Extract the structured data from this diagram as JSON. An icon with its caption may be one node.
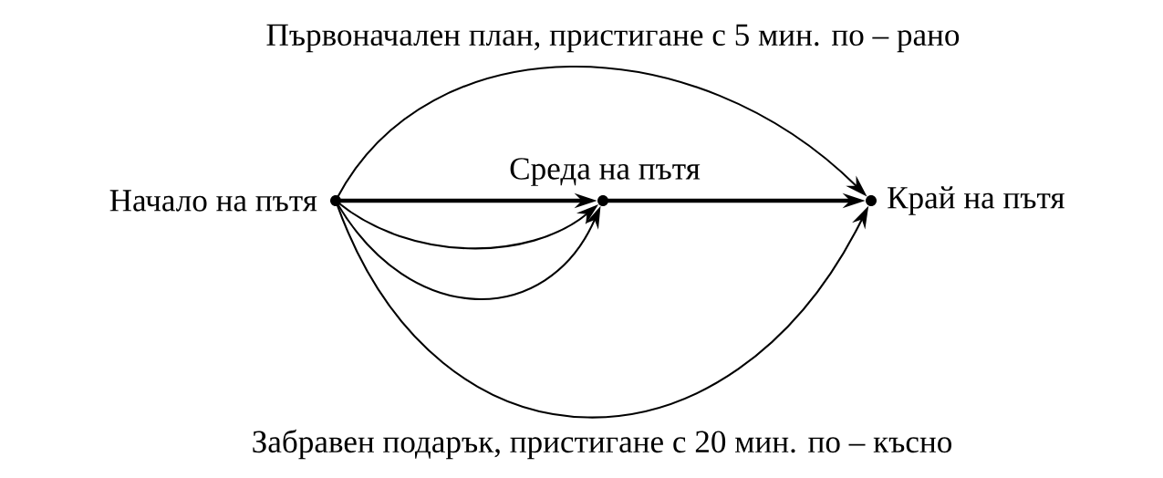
{
  "diagram": {
    "nodes": [
      {
        "text": [],
        "shape": "circle",
        "beside": [
          "Начало на пътя"
        ]
      },
      {
        "text": [],
        "shape": "circle",
        "beside": [
          "Среда на пътя"
        ]
      },
      {
        "text": [],
        "shape": "circle",
        "beside": [
          "Край на пътя"
        ]
      }
    ],
    "edges": [
      {
        "from": 0,
        "to": 1,
        "arrow": "to",
        "style": "thick"
      },
      {
        "from": 1,
        "to": 2,
        "arrow": "to",
        "style": "thick"
      },
      {
        "from": 0,
        "to": 2,
        "arrow": "to"
      },
      {
        "from": 0,
        "to": 1,
        "arrow": "to"
      },
      {
        "from": 0,
        "to": 1,
        "arrow": "to"
      },
      {
        "from": 0,
        "to": 2,
        "arrow": "to"
      }
    ],
    "labels": [
      "Първоначален план, пристигане с 5 мин. по – рано",
      "Забравен подарък, пристигане с 20 мин. по – късно"
    ]
  }
}
